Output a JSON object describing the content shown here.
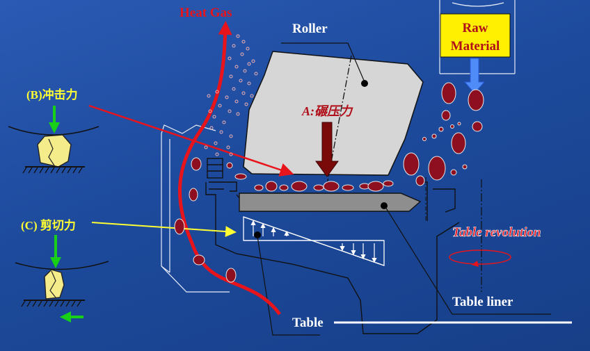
{
  "labels": {
    "heat_gas": "Heat Gas",
    "roller": "Roller",
    "raw_material": [
      "Raw",
      "Material"
    ],
    "impact_force": "(B)冲击力",
    "rolling_force": "A:碾压力",
    "shear_force": "(C) 剪切力",
    "table_revolution": "Table revolution",
    "table_liner": "Table liner",
    "table": "Table"
  },
  "colors": {
    "gas_arrow": "#e8141c",
    "pressure_arrow": "#7a0a0a",
    "particle": "#8e1020",
    "raw_box": "#ffef00",
    "force_arrow_green": "#18d018",
    "rock": "#f4ec8a",
    "roller_fill": "#d6d6d6",
    "liner_fill": "#8e8e8e"
  }
}
